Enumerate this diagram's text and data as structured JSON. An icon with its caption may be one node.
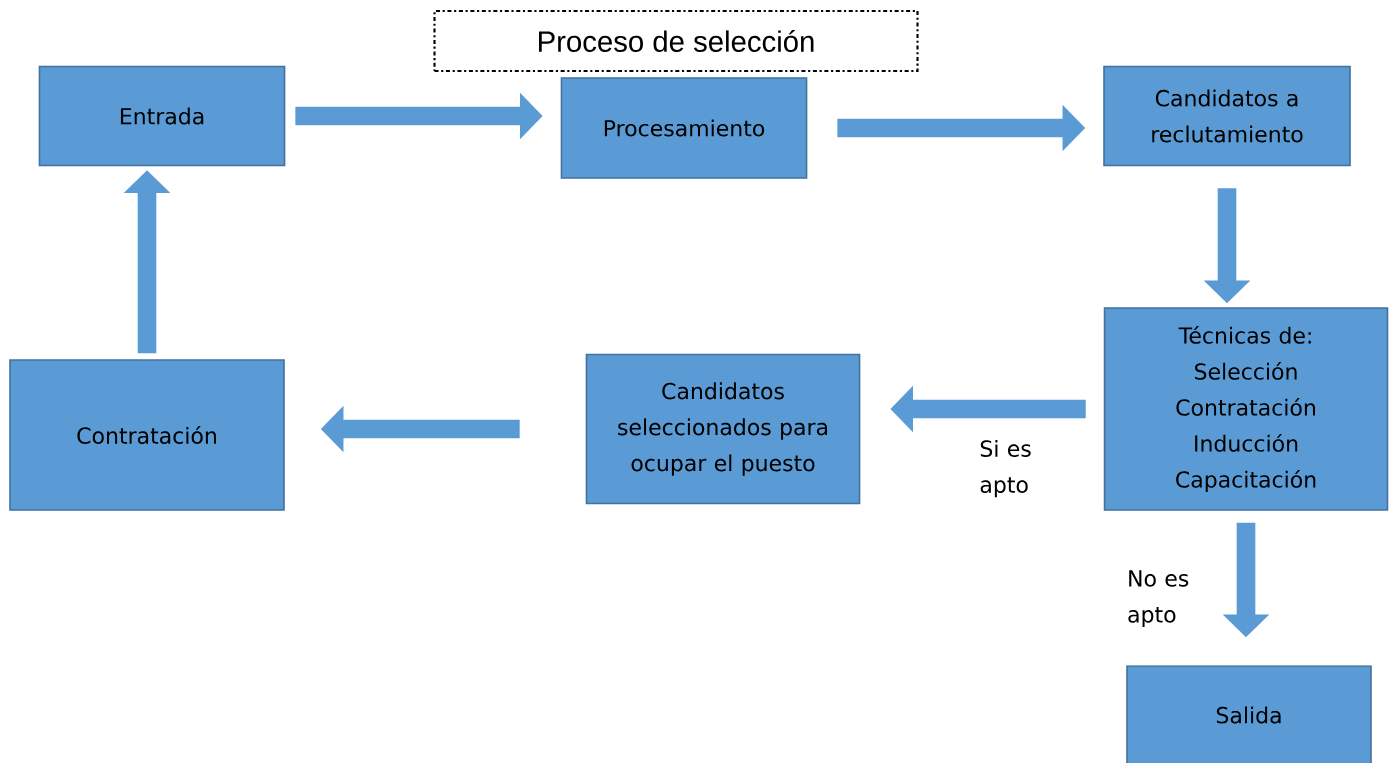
{
  "diagram": {
    "title": "Proceso de selección",
    "nodes": [
      {
        "text": [
          "Entrada"
        ]
      },
      {
        "text": [
          "Procesamiento"
        ]
      },
      {
        "text": [
          "Candidatos a reclutamiento"
        ]
      },
      {
        "text": [
          "Técnicas de:",
          "Selección",
          "Contratación",
          "Inducción",
          "Capacitación"
        ]
      },
      {
        "text": [
          "Candidatos seleccionados para ocupar el puesto"
        ]
      },
      {
        "text": [
          "Contratación"
        ]
      },
      {
        "text": [
          "Salida"
        ]
      }
    ],
    "edges": [
      {
        "from": 0,
        "to": 1,
        "arrow": "to"
      },
      {
        "from": 1,
        "to": 2,
        "arrow": "to"
      },
      {
        "from": 2,
        "to": 3,
        "arrow": "to"
      },
      {
        "from": 3,
        "to": 4,
        "arrow": "to",
        "label": "Si es apto"
      },
      {
        "from": 3,
        "to": 6,
        "arrow": "to",
        "label": "No es apto"
      },
      {
        "from": 4,
        "to": 5,
        "arrow": "to"
      },
      {
        "from": 5,
        "to": 0,
        "arrow": "to"
      }
    ]
  }
}
